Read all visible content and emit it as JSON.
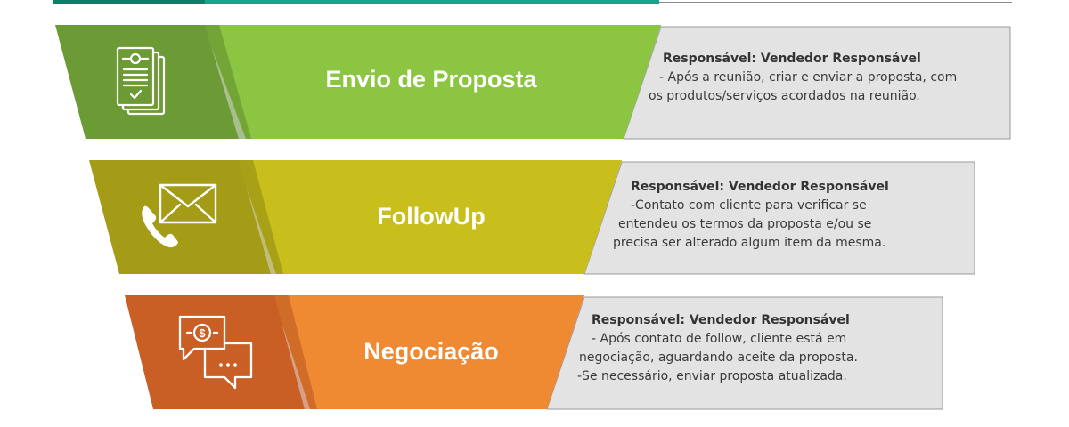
{
  "colors": {
    "teal": "#17a589",
    "panel_grey": "#e3e3e3",
    "panel_border": "#9a9a9a"
  },
  "stages": [
    {
      "title": "Envio de Proposta",
      "icon": "document-checklist-icon",
      "color_main": "#8cc541",
      "color_dark": "#6c9a34",
      "desc_lines": [
        "Responsável: Vendedor Responsável",
        " - Após a reunião, criar e enviar a proposta, com",
        "os produtos/serviços acordados na reunião."
      ]
    },
    {
      "title": "FollowUp",
      "icon": "phone-envelope-icon",
      "color_main": "#c8be1c",
      "color_dark": "#a49b16",
      "desc_lines": [
        "Responsável: Vendedor Responsável",
        " -Contato com cliente para verificar se",
        "entendeu os termos da proposta e/ou se",
        "precisa ser alterado algum item da mesma."
      ]
    },
    {
      "title": "Negociação",
      "icon": "chat-money-icon",
      "color_main": "#f08a32",
      "color_dark": "#c95f24",
      "desc_lines": [
        "Responsável: Vendedor Responsável",
        " - Após contato de follow, cliente está em",
        "negociação, aguardando aceite da proposta.",
        "-Se necessário, enviar proposta atualizada."
      ]
    }
  ]
}
